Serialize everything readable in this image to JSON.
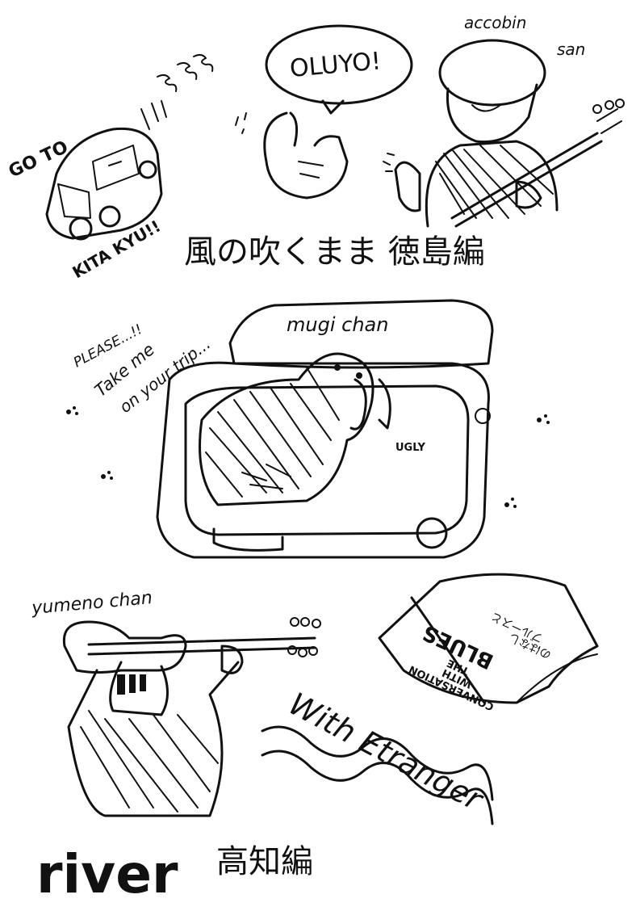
{
  "sketch": {
    "top_left": {
      "line1": "GO TO",
      "line2": "KITA KYU!!"
    },
    "speech": "OLUYO!",
    "person_top": {
      "line1": "accobin",
      "line2": "san"
    },
    "title_top": "風の吹くまま 徳島編",
    "dog_note": {
      "line1": "PLEASE...!!",
      "line2": "Take me",
      "line3": "on your trip..."
    },
    "dog_name": "mugi chan",
    "dog_tag": "UGLY",
    "person_bottom": "yumeno chan",
    "book": {
      "line1": "CONVERSATION",
      "line2": "WITH",
      "line3": "THE",
      "line4": "BLUES",
      "jp1": "ブルースと",
      "jp2": "のはなし"
    },
    "with_text": "With Etranger",
    "river": "river",
    "title_bottom": "高知編"
  }
}
